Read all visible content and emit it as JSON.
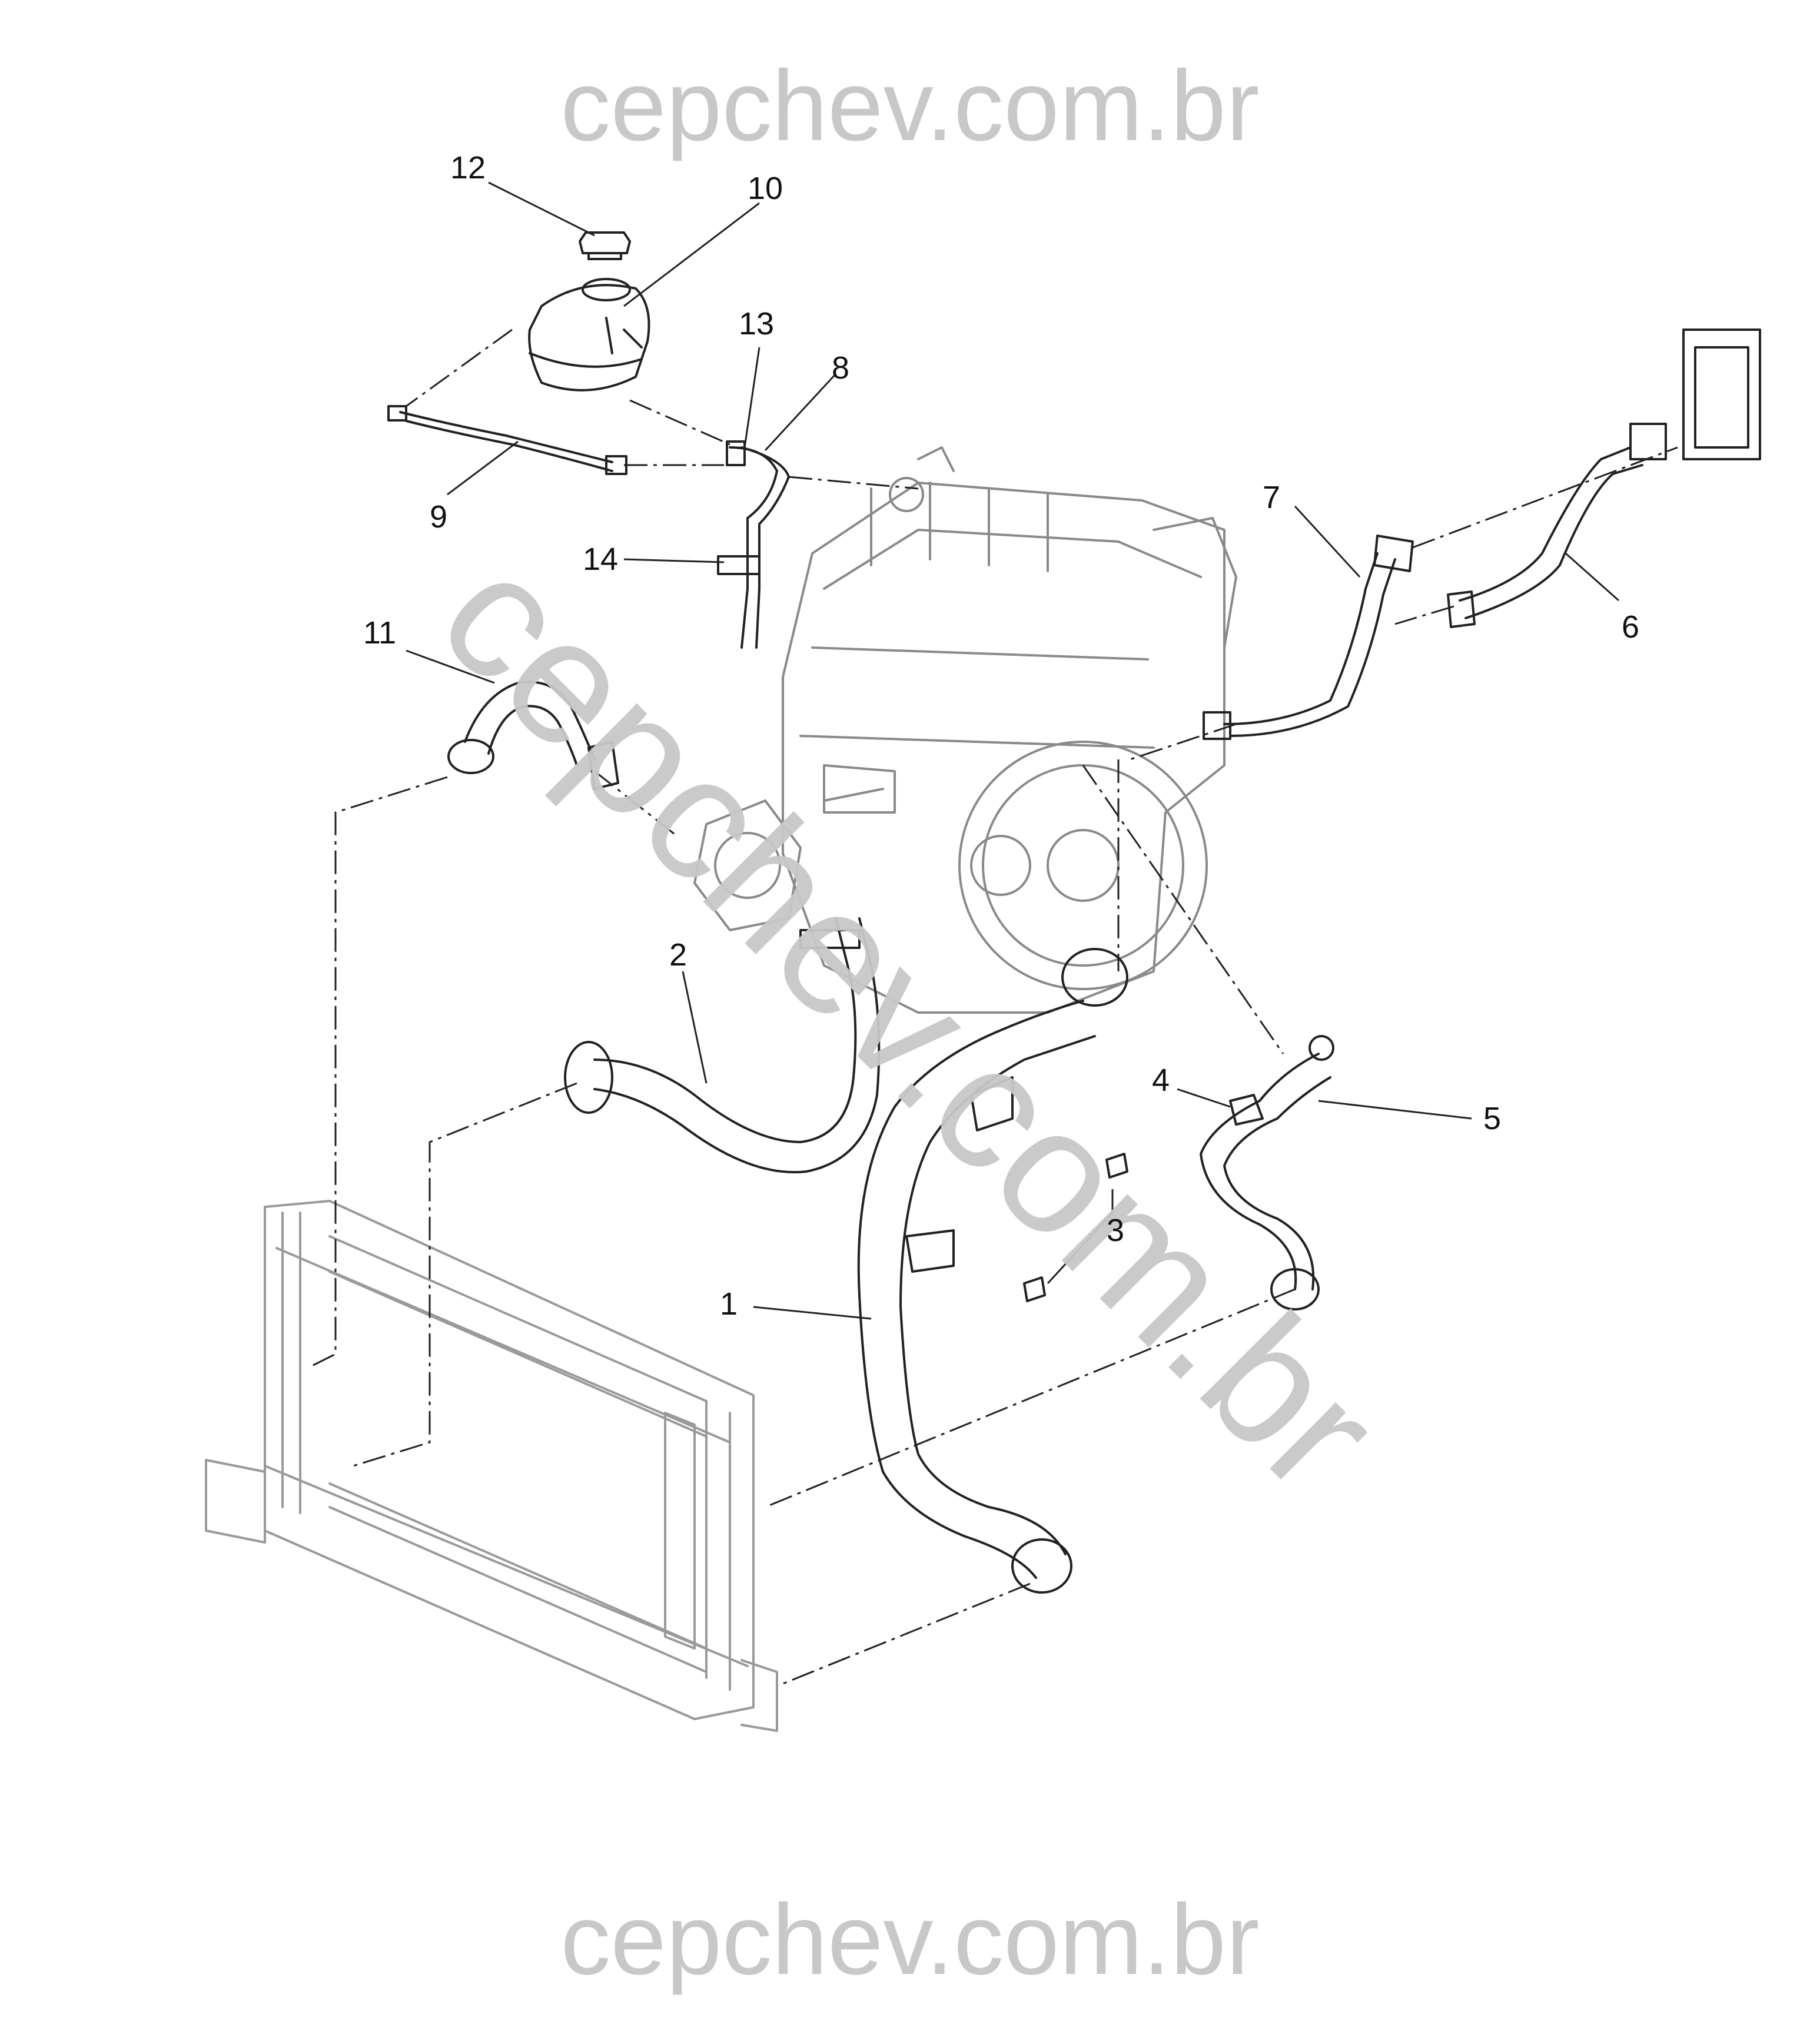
{
  "watermark": {
    "top": "cepchev.com.br",
    "bottom": "cepchev.com.br",
    "diagonal": "cepchev.com.br"
  },
  "callouts": [
    {
      "key": "c12",
      "label": "12"
    },
    {
      "key": "c10",
      "label": "10"
    },
    {
      "key": "c13",
      "label": "13"
    },
    {
      "key": "c8",
      "label": "8"
    },
    {
      "key": "c9",
      "label": "9"
    },
    {
      "key": "c14",
      "label": "14"
    },
    {
      "key": "c11",
      "label": "11"
    },
    {
      "key": "c7",
      "label": "7"
    },
    {
      "key": "c6",
      "label": "6"
    },
    {
      "key": "c2",
      "label": "2"
    },
    {
      "key": "c4",
      "label": "4"
    },
    {
      "key": "c5",
      "label": "5"
    },
    {
      "key": "c3",
      "label": "3"
    },
    {
      "key": "c1",
      "label": "1"
    }
  ],
  "colors": {
    "line": "#222222",
    "engine": "#888888",
    "radiator": "#9a9a9a",
    "watermark": "#c8c8c8"
  }
}
